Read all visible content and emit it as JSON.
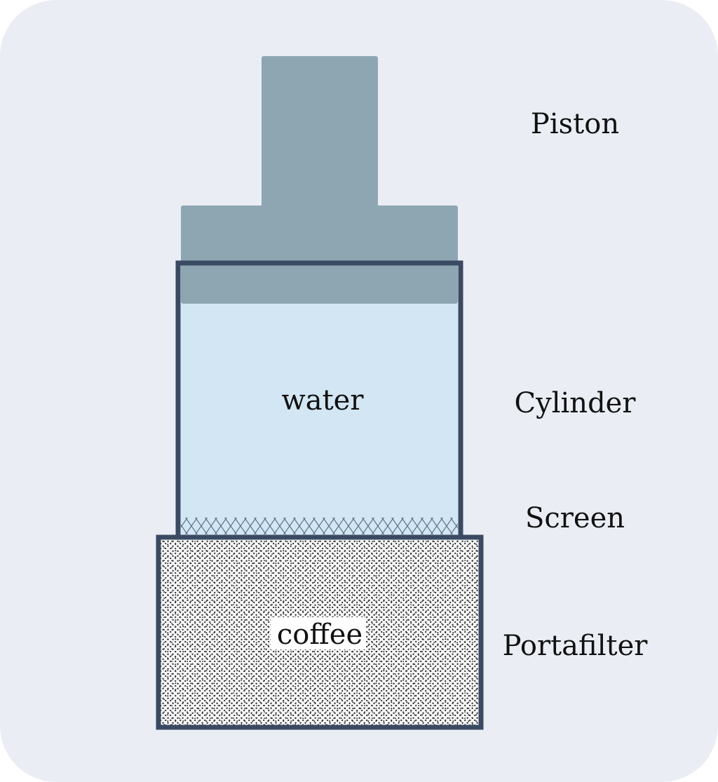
{
  "labels": {
    "piston": "Piston",
    "cylinder": "Cylinder",
    "screen": "Screen",
    "portafilter": "Portafilter",
    "water": "water",
    "coffee": "coffee"
  },
  "colors": {
    "background": "#eaeef4",
    "piston": "#8ea6b2",
    "water": "#d2e6f3",
    "outline": "#3a4a63",
    "coffee_bg": "#f7f7f7",
    "coffee_dots": "#2a2a2a",
    "screen_mesh": "#5a6e84"
  }
}
